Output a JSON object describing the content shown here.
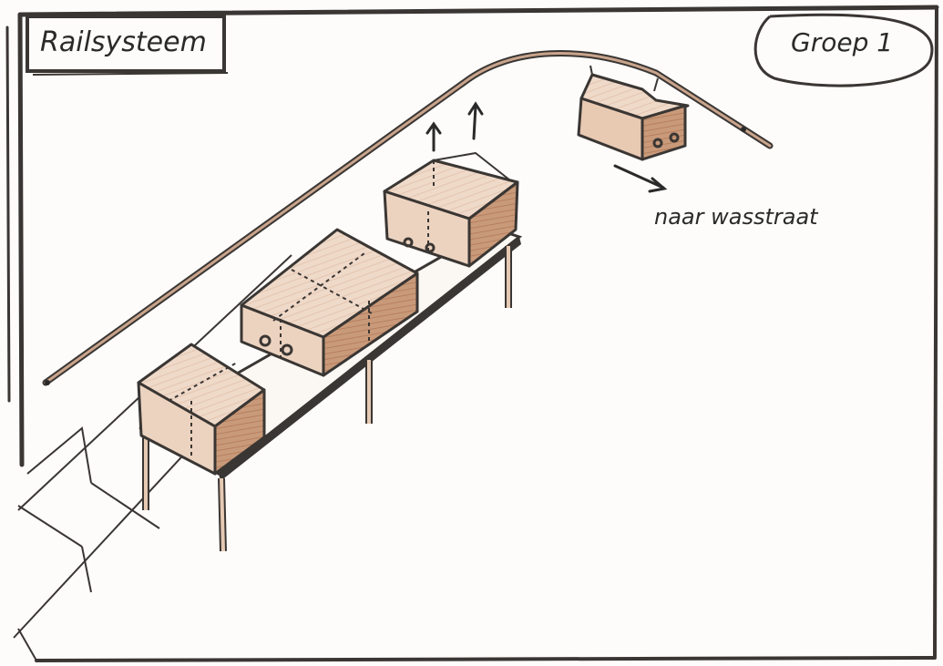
{
  "sheet": {
    "title": "Railsysteem",
    "group": "Groep 1",
    "note": "naar wasstraat"
  },
  "colors": {
    "ink": "#3a3633",
    "box_light": "#f0dccd",
    "box_mid": "#e6c7b0",
    "box_dark": "#c79474",
    "rail": "#b08a72",
    "paper": "#fdfcfa"
  }
}
